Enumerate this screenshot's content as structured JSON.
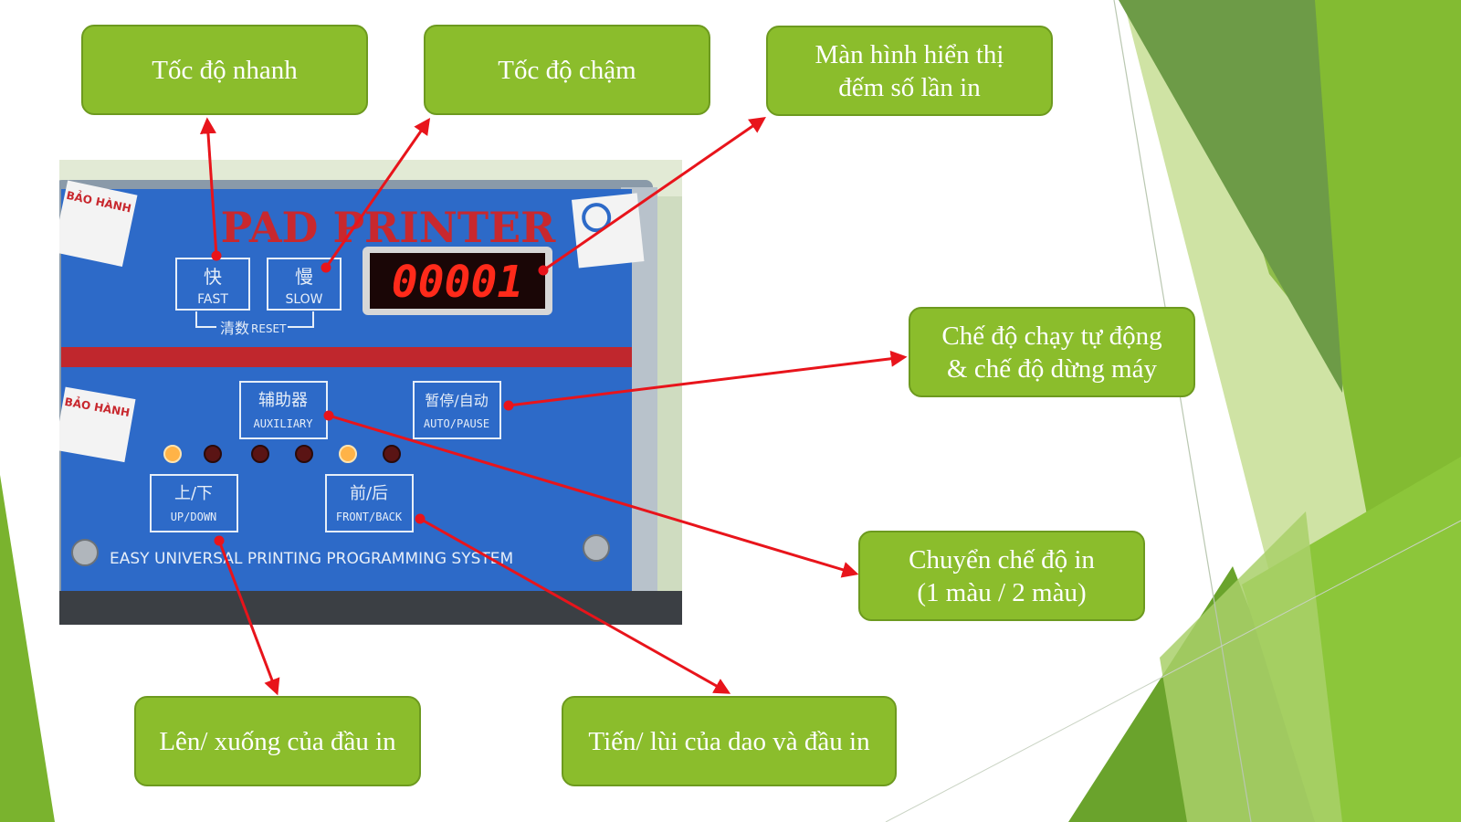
{
  "colors": {
    "callout_fill": "#8bbd2c",
    "callout_border": "#6d9a1f",
    "arrow": "#e8141b",
    "panel_blue": "#2d6ac8",
    "led_red": "#ff2a1a"
  },
  "callouts": {
    "fast": "Tốc độ nhanh",
    "slow": "Tốc độ chậm",
    "display": [
      "Màn hình hiển thị",
      "đếm số lần in"
    ],
    "auto_pause": [
      "Chế độ chạy tự động",
      "& chế độ dừng máy"
    ],
    "auxiliary": [
      "Chuyển chế độ in",
      "(1 màu / 2 màu)"
    ],
    "up_down": "Lên/ xuống của đầu in",
    "front_back": "Tiến/ lùi của dao và đầu in"
  },
  "panel": {
    "title": "PAD PRINTER",
    "counter": "00001",
    "fast_cn": "快",
    "fast_en": "FAST",
    "slow_cn": "慢",
    "slow_en": "SLOW",
    "reset_cn": "清数",
    "reset_en": "RESET",
    "auxiliary_cn": "辅助器",
    "auxiliary_en": "AUXILIARY",
    "autopause_cn": "暂停/自动",
    "autopause_en": "AUTO/PAUSE",
    "updown_cn": "上/下",
    "updown_en": "UP/DOWN",
    "frontback_cn": "前/后",
    "frontback_en": "FRONT/BACK",
    "system_text": "EASY UNIVERSAL PRINTING PROGRAMMING SYSTEM",
    "warranty_sticker": "BẢO HÀNH",
    "indicator_leds": [
      true,
      false,
      false,
      false,
      true,
      false
    ]
  }
}
